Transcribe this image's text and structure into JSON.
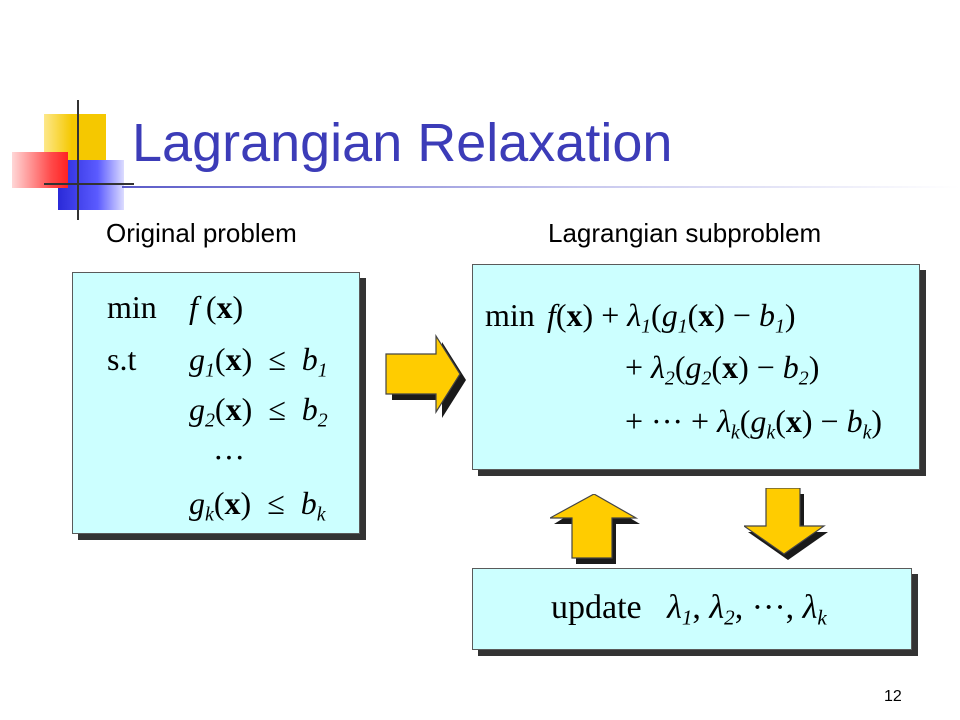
{
  "slide": {
    "title": "Lagrangian Relaxation",
    "page_number": "12"
  },
  "labels": {
    "original": "Original problem",
    "subproblem": "Lagrangian subproblem"
  },
  "original_problem": {
    "min": "min",
    "st": "s.t",
    "objective": "f(x)",
    "constraints": [
      "g1(x) ≤ b1",
      "g2(x) ≤ b2",
      "...",
      "gk(x) ≤ bk"
    ]
  },
  "subproblem": {
    "min": "min",
    "lines": [
      "f(x) + λ1(g1(x) − b1)",
      "+ λ2(g2(x) − b2)",
      "+ ··· + λk(gk(x) − bk)"
    ]
  },
  "update": {
    "text": "update",
    "lambdas": "λ1, λ2, ···, λk"
  },
  "colors": {
    "title": "#3c3cb8",
    "box_fill": "#ccffff",
    "arrow_fill": "#ffcc00"
  },
  "icons": {
    "right_arrow": "right-arrow-icon",
    "up_arrow": "up-arrow-icon",
    "down_arrow": "down-arrow-icon"
  }
}
